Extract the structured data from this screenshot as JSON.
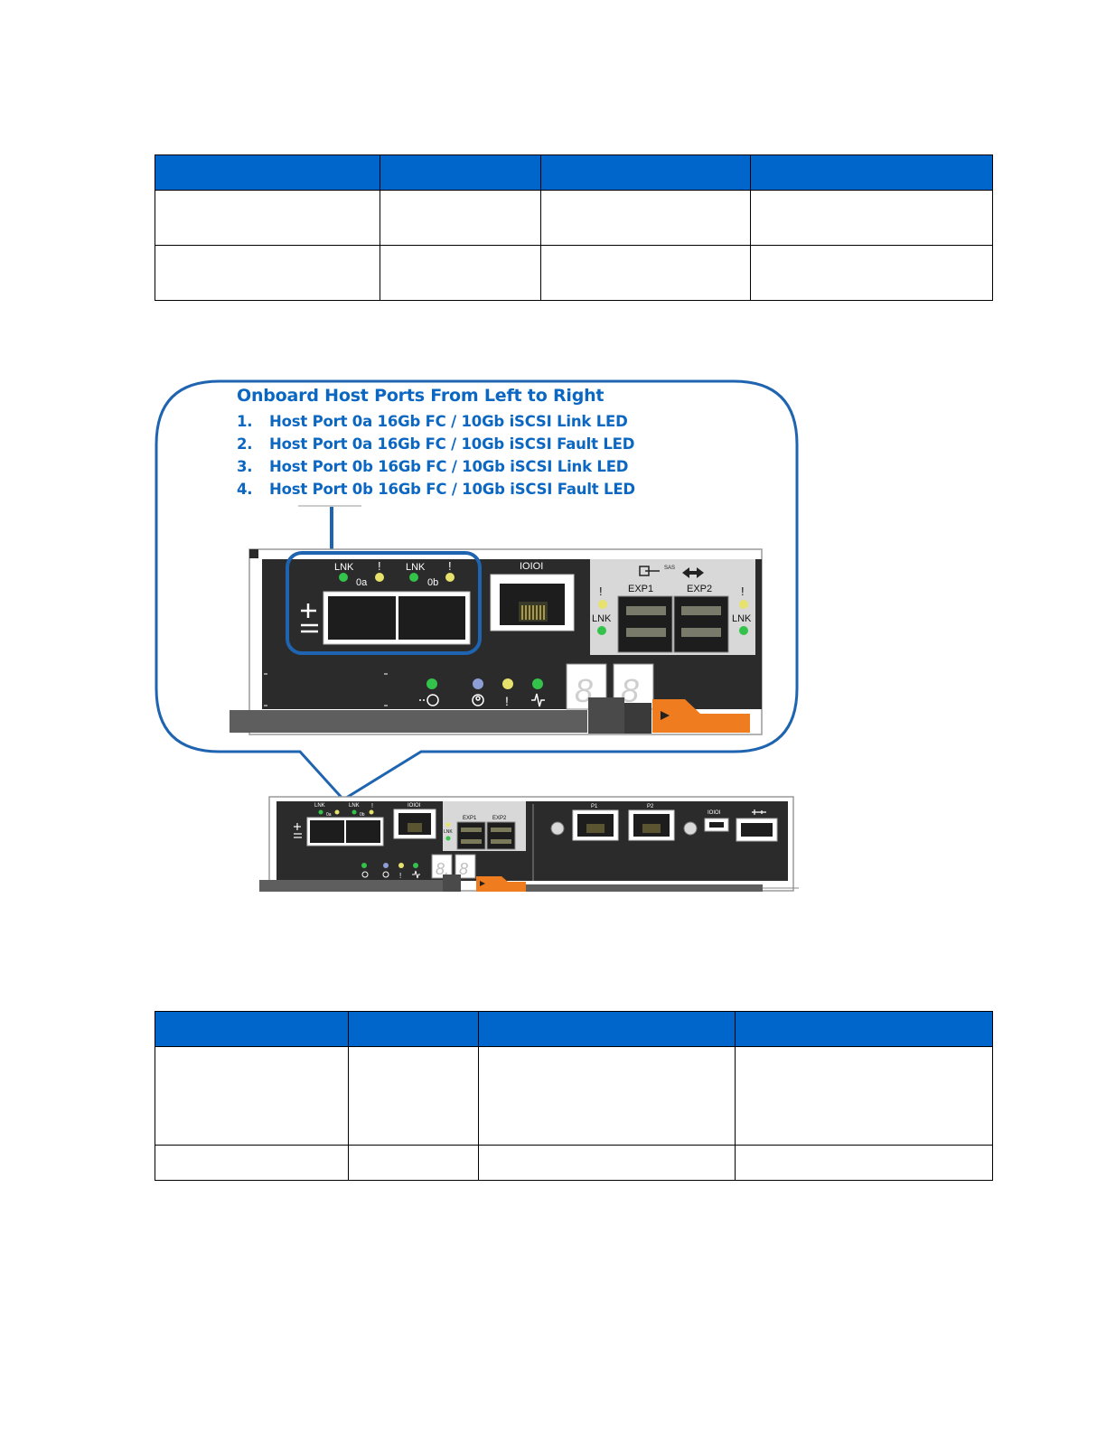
{
  "table1": {
    "headers": [
      "",
      "",
      "",
      ""
    ],
    "rows": [
      [
        "",
        "",
        "",
        ""
      ],
      [
        "",
        "",
        "",
        ""
      ]
    ]
  },
  "callout": {
    "title": "Onboard Host Ports From Left to Right",
    "items": [
      {
        "num": "1.",
        "text": "Host Port 0a 16Gb FC / 10Gb iSCSI Link LED"
      },
      {
        "num": "2.",
        "text": "Host Port 0a 16Gb FC / 10Gb iSCSI Fault LED"
      },
      {
        "num": "3.",
        "text": "Host Port 0b 16Gb FC / 10Gb iSCSI Link LED"
      },
      {
        "num": "4.",
        "text": "Host Port 0b 16Gb FC / 10Gb iSCSI Fault LED"
      }
    ]
  },
  "zoomed_panel": {
    "lnk_label_1": "LNK",
    "lnk_label_2": "LNK",
    "fault_symbol": "!",
    "port_0a": "0a",
    "port_0b": "0b",
    "mgmt_symbol": "IOIOI",
    "exp1": "EXP1",
    "exp2": "EXP2",
    "sas_letters": "SAS",
    "lnk_left": "LNK",
    "lnk_right": "LNK",
    "seg_digit_1": "8.",
    "seg_digit_2": "8"
  },
  "full_panel": {
    "lnk_1": "LNK",
    "lnk_2": "LNK",
    "port_0a": "0a",
    "port_0b": "0b",
    "exp1": "EXP1",
    "exp2": "EXP2",
    "p1": "P1",
    "p2": "P2",
    "mgmt_symbol": "IOIOI",
    "lnk": "LNK",
    "seg_digit_1": "8.",
    "seg_digit_2": "8"
  },
  "colors": {
    "table_header": "#0066cc",
    "callout_blue": "#1f64b0",
    "led_green": "#33c24a",
    "led_yellow": "#e6e26b",
    "led_blue": "#8d9dd6",
    "latch_orange": "#f07c20",
    "panel_dark": "#2b2b2b"
  },
  "table2": {
    "headers": [
      "",
      "",
      "",
      ""
    ],
    "rows": [
      [
        "",
        "",
        "",
        ""
      ],
      [
        "",
        "",
        "",
        ""
      ]
    ]
  }
}
